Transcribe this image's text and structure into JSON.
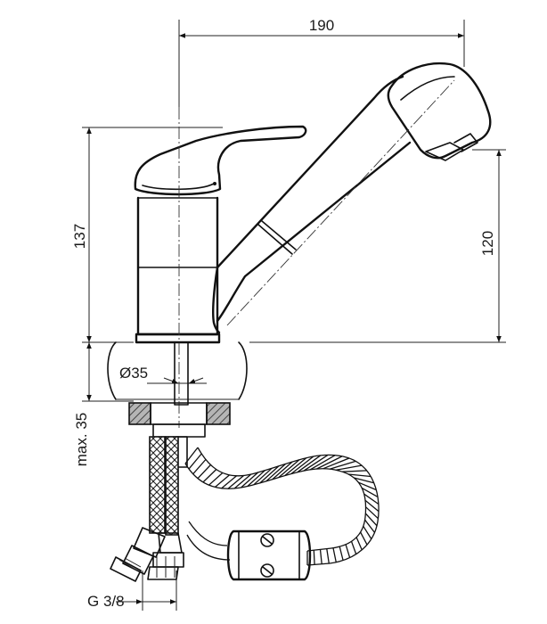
{
  "dimensions": {
    "width_top": "190",
    "height_overall": "137",
    "spout_height": "120",
    "base_diameter": "Ø35",
    "max_counter_thickness": "max. 35",
    "thread_size": "G 3/8"
  },
  "colors": {
    "line": "#111111",
    "background": "#ffffff",
    "hatch_fill": "#9a9a9a"
  }
}
